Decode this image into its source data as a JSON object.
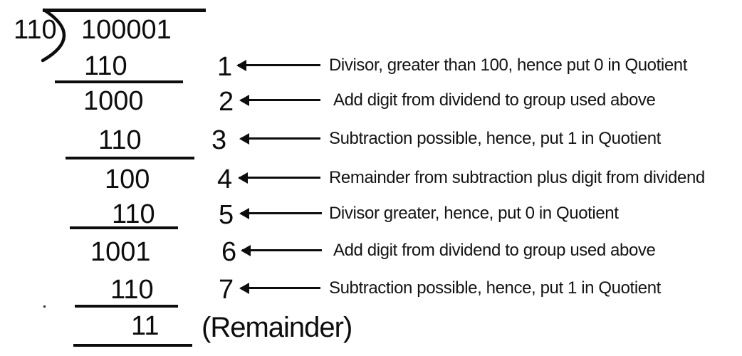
{
  "division": {
    "divisor": "110",
    "dividend": "100001",
    "rows": [
      "110",
      "1000",
      "110",
      "100",
      "110",
      "1001",
      "110",
      "11"
    ],
    "remainder_label": "(Remainder)"
  },
  "steps": [
    {
      "number": "1",
      "annotation": "Divisor, greater than 100, hence put 0 in Quotient"
    },
    {
      "number": "2",
      "annotation": "Add digit from dividend to group used above"
    },
    {
      "number": "3",
      "annotation": "Subtraction possible, hence, put 1 in Quotient"
    },
    {
      "number": "4",
      "annotation": "Remainder from subtraction plus digit from dividend"
    },
    {
      "number": "5",
      "annotation": "Divisor greater, hence, put 0 in Quotient"
    },
    {
      "number": "6",
      "annotation": "Add digit from dividend to group used above"
    },
    {
      "number": "7",
      "annotation": "Subtraction possible, hence, put 1 in Quotient"
    }
  ],
  "colors": {
    "ink": "#0d0d0d",
    "background": "#ffffff"
  }
}
